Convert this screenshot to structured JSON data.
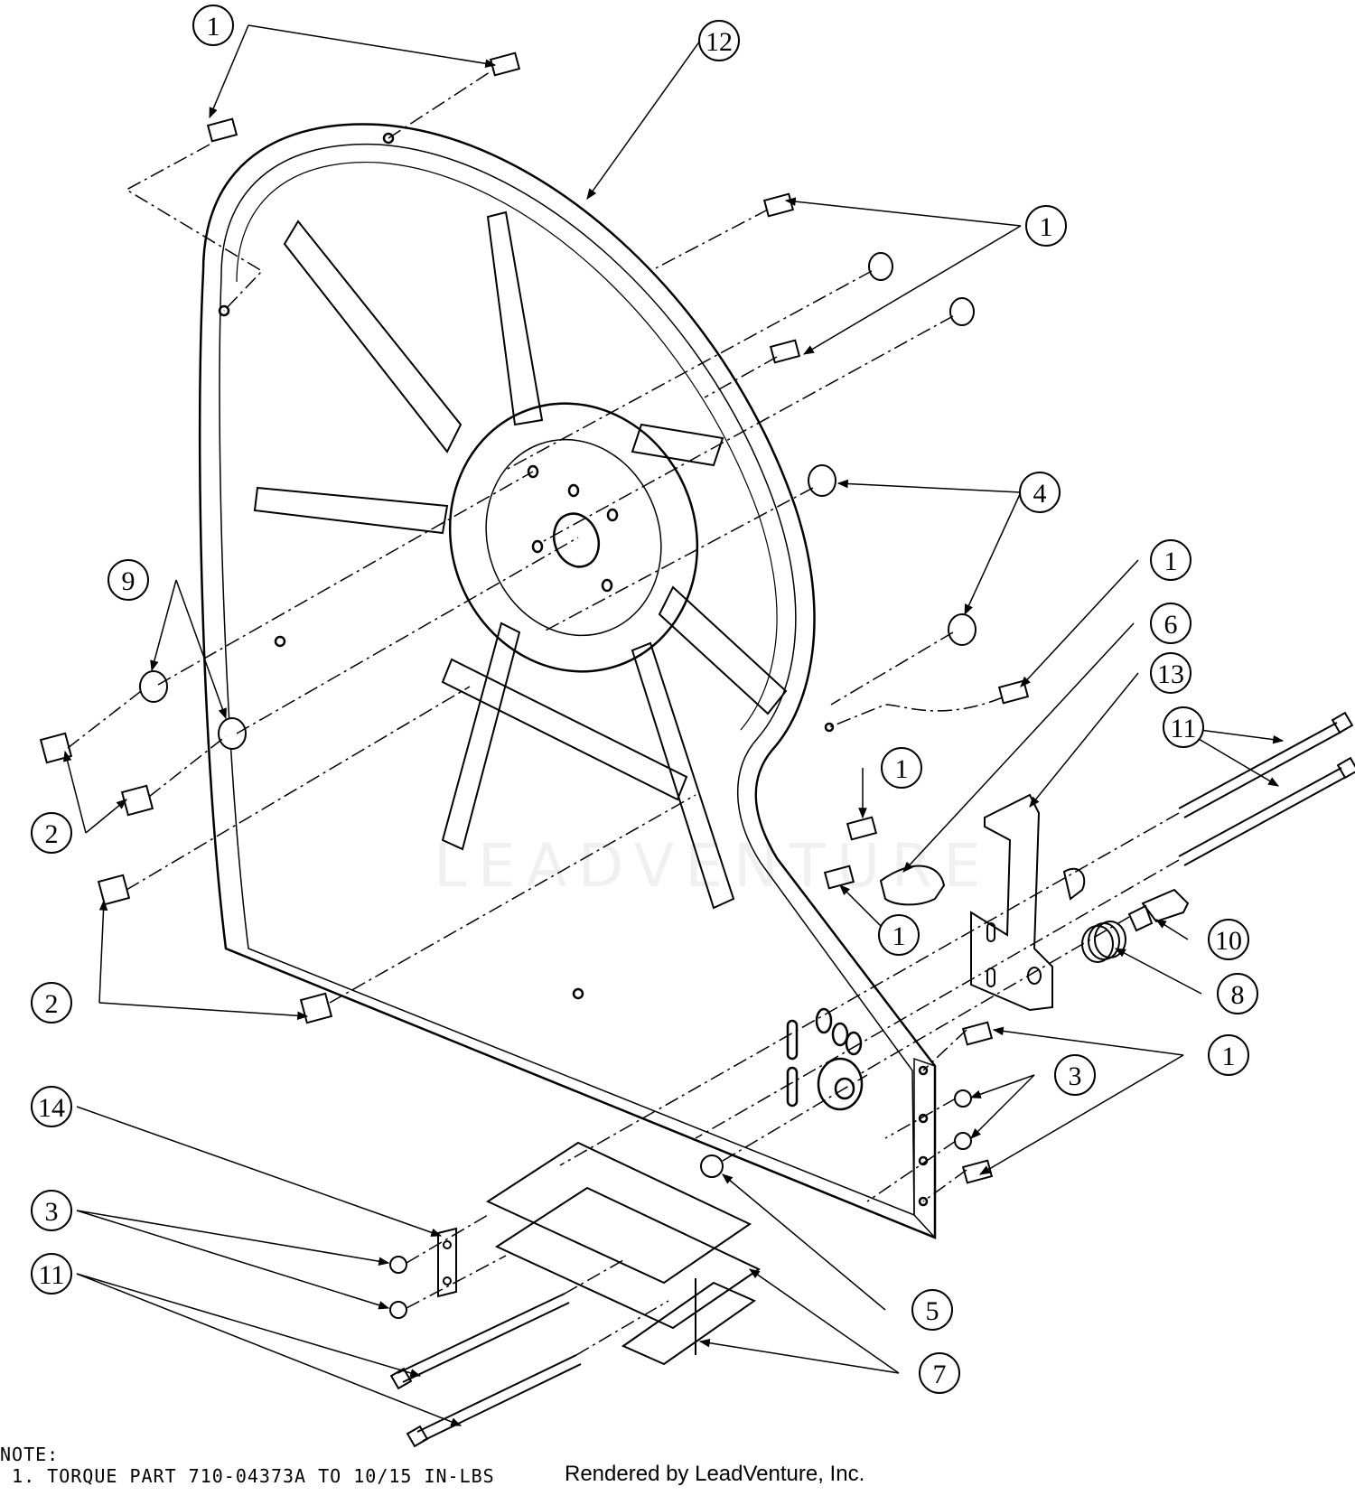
{
  "callouts": [
    {
      "id": "c1a",
      "label": "1"
    },
    {
      "id": "c12",
      "label": "12"
    },
    {
      "id": "c1b",
      "label": "1"
    },
    {
      "id": "c4",
      "label": "4"
    },
    {
      "id": "c9",
      "label": "9"
    },
    {
      "id": "c1c",
      "label": "1"
    },
    {
      "id": "c6",
      "label": "6"
    },
    {
      "id": "c13",
      "label": "13"
    },
    {
      "id": "c11a",
      "label": "11"
    },
    {
      "id": "c1d",
      "label": "1"
    },
    {
      "id": "c2a",
      "label": "2"
    },
    {
      "id": "c1e",
      "label": "1"
    },
    {
      "id": "c10",
      "label": "10"
    },
    {
      "id": "c8",
      "label": "8"
    },
    {
      "id": "c2b",
      "label": "2"
    },
    {
      "id": "c1f",
      "label": "1"
    },
    {
      "id": "c3a",
      "label": "3"
    },
    {
      "id": "c14",
      "label": "14"
    },
    {
      "id": "c3b",
      "label": "3"
    },
    {
      "id": "c11b",
      "label": "11"
    },
    {
      "id": "c5",
      "label": "5"
    },
    {
      "id": "c7",
      "label": "7"
    }
  ],
  "note": {
    "title": "NOTE:",
    "line1": " 1. TORQUE PART 710-04373A TO 10/15 IN-LBS"
  },
  "credit": "Rendered by LeadVenture, Inc.",
  "watermark": "LEADVENTURE",
  "colors": {
    "line": "#000000",
    "background": "#ffffff"
  }
}
